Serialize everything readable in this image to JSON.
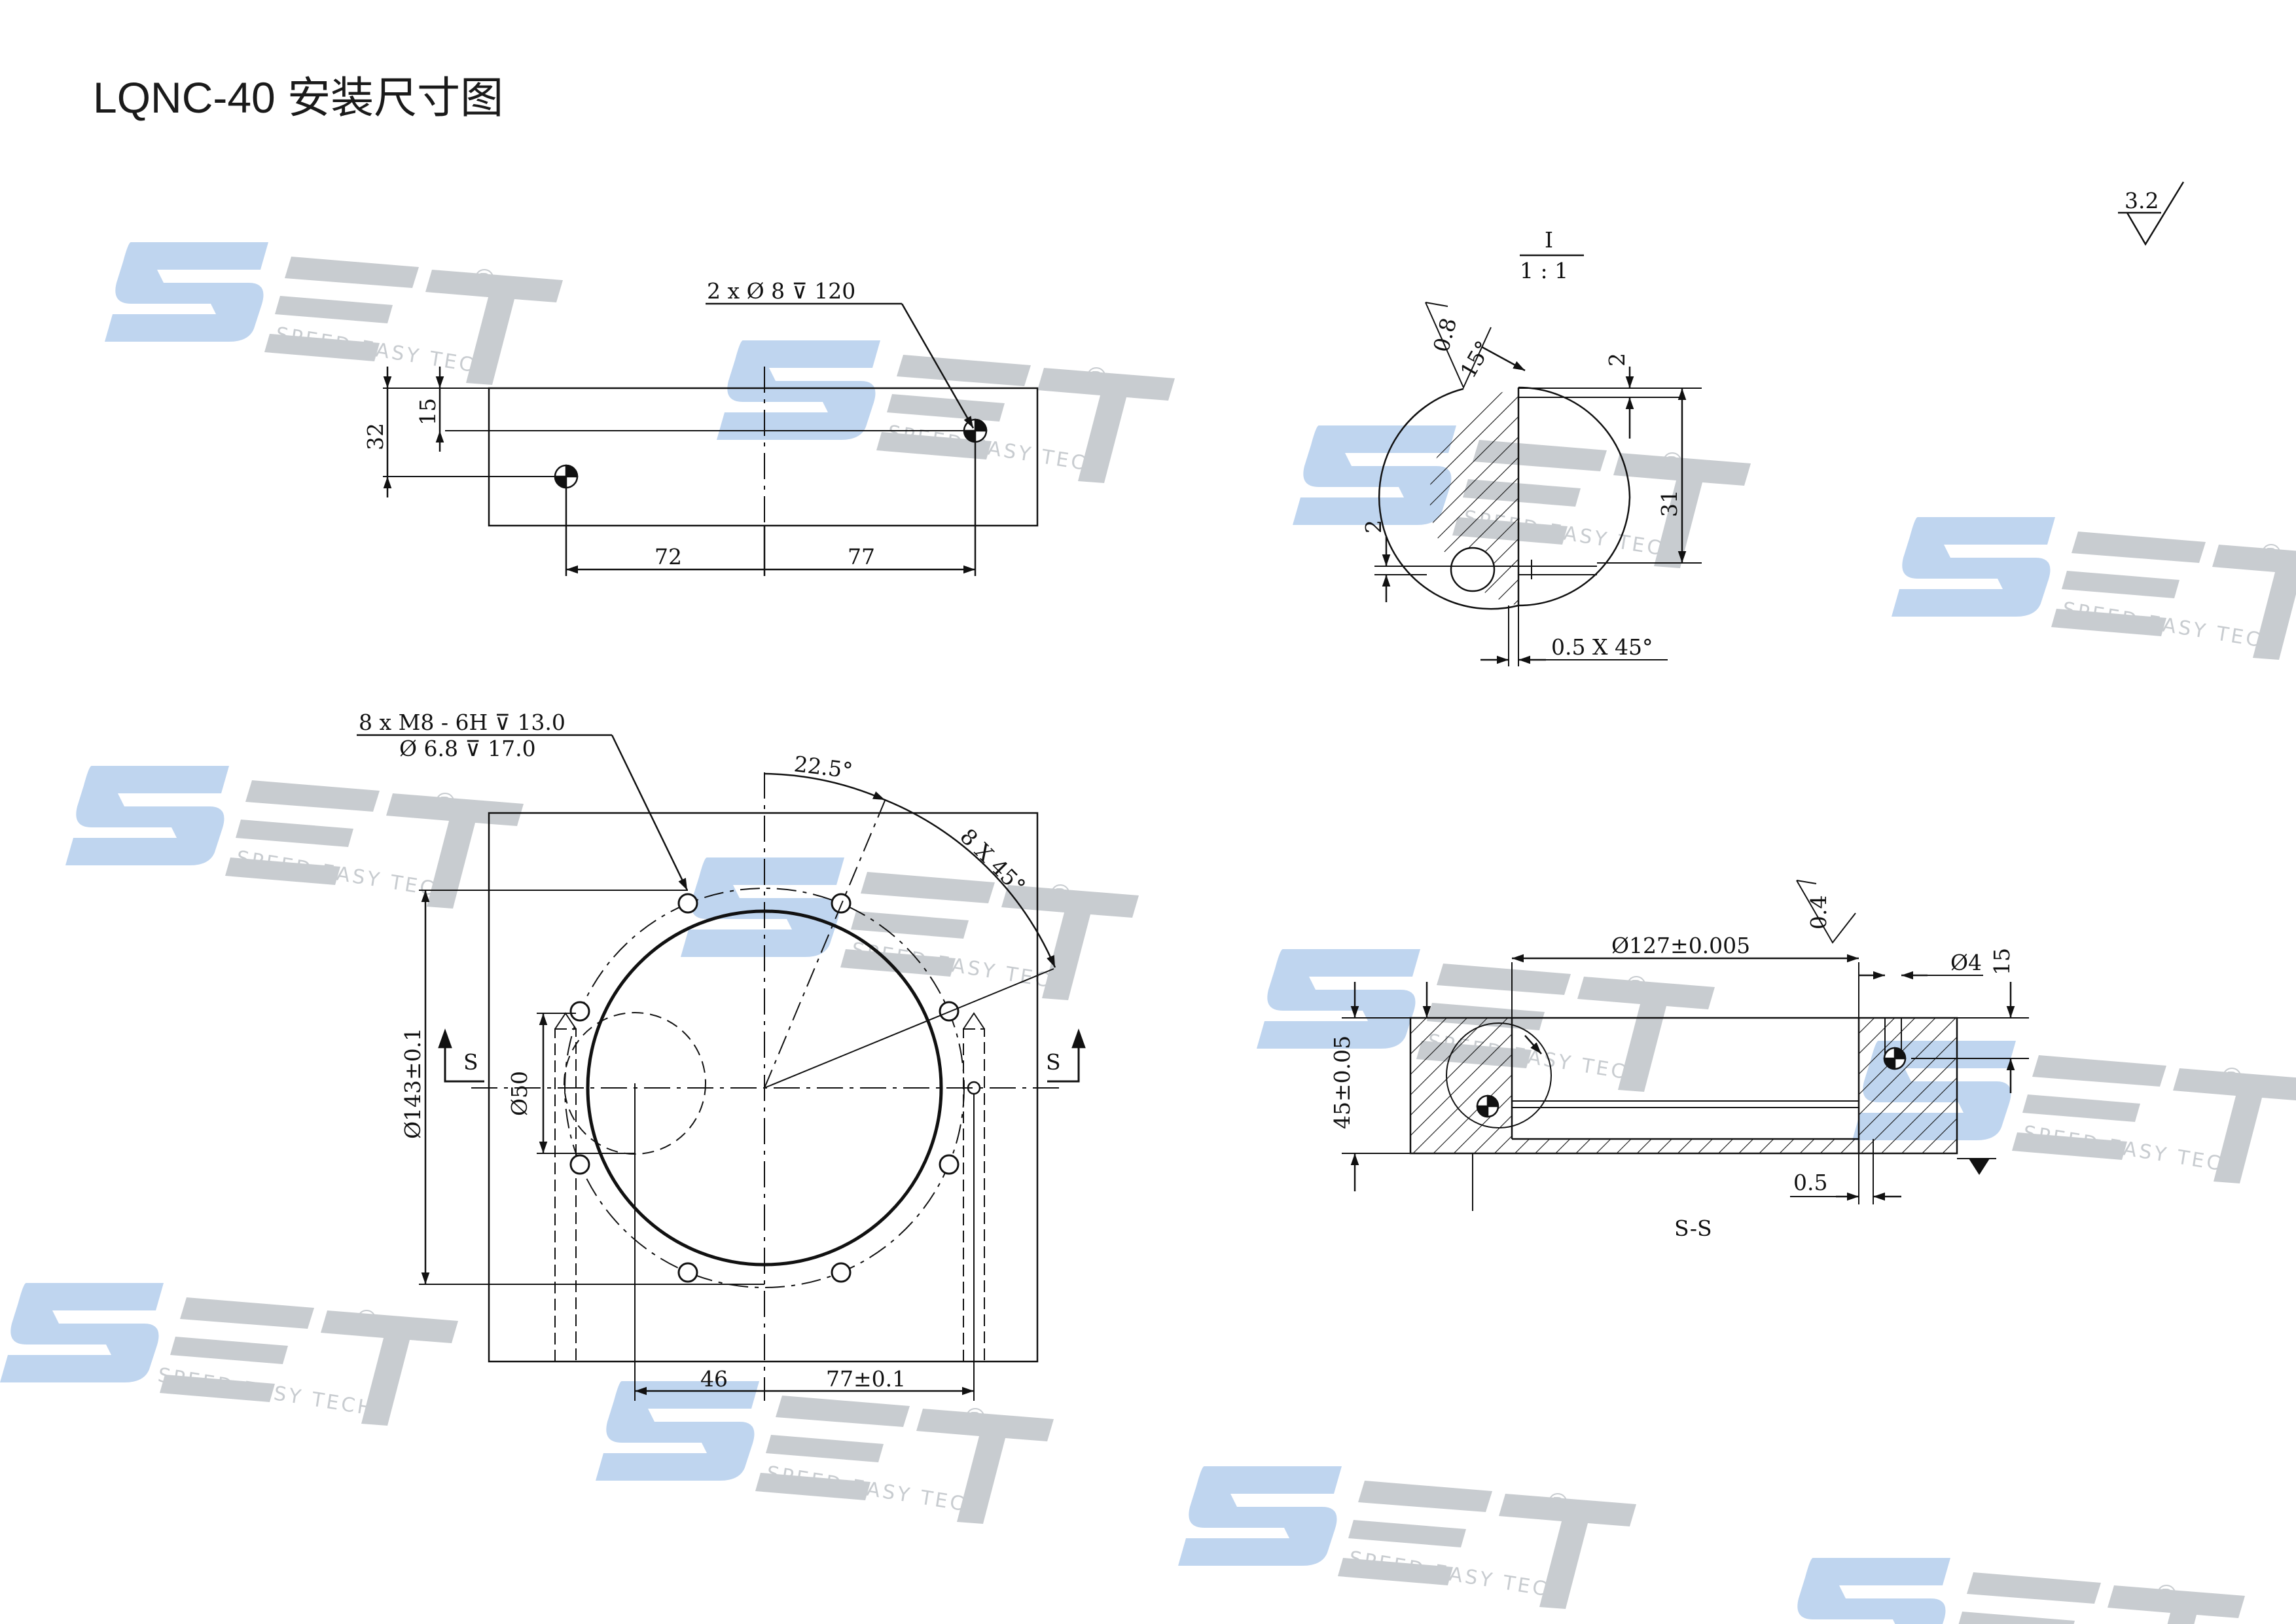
{
  "title": "LQNC-40 安装尺寸图",
  "roughness": {
    "general": "3.2",
    "bore": "0.4"
  },
  "detail": {
    "label": "I",
    "scale": "1 : 1",
    "chamfer_small": "0.8",
    "angle": "15°",
    "depth_top": "2",
    "depth_bottom": "2",
    "height": "31",
    "chamfer": "0.5 X 45°"
  },
  "top_view": {
    "hole_note": "2 x Ø 8 ⊽ 120",
    "dim_32": "32",
    "dim_15": "15",
    "dim_72": "72",
    "dim_77": "77"
  },
  "front_view": {
    "thread_note_1": "8 x  M8 - 6H ⊽ 13.0",
    "thread_note_2": "Ø 6.8 ⊽ 17.0",
    "angle_start": "22.5°",
    "angle_pattern": "8 X 45°",
    "pcd": "Ø143±0.1",
    "pin_dia": "Ø50",
    "dim_46": "46",
    "dim_77": "77±0.1",
    "section_mark": "S"
  },
  "section_view": {
    "bore": "Ø127±0.005",
    "pin_hole": "Ø4",
    "dim_15": "15",
    "height": "45±0.05",
    "dim_05": "0.5",
    "label": "S-S"
  },
  "watermark": {
    "tagline": "SPEED EASY TECH",
    "reg": "®"
  },
  "colors": {
    "watermark_blue": "#bcd3ef",
    "watermark_grey": "#c6cace",
    "line": "#111111"
  }
}
